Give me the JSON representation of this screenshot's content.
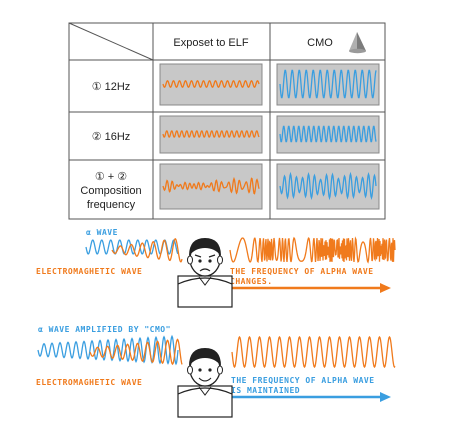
{
  "table": {
    "col_headers": [
      "Exposet to ELF",
      "CMO"
    ],
    "rows": [
      {
        "label_lines": [
          "① 12Hz"
        ]
      },
      {
        "label_lines": [
          "② 16Hz"
        ]
      },
      {
        "label_lines": [
          "① + ②",
          "Composition",
          "frequency"
        ]
      }
    ]
  },
  "scene1": {
    "alpha_label": "α WAVE",
    "em_label": "ELECTROMAGHETIC WAVE",
    "result_lines": [
      "THE FREQUENCY OF ALPHA WAVE",
      "CHANGES."
    ]
  },
  "scene2": {
    "alpha_label": "α WAVE AMPLIFIED BY \"CMO\"",
    "em_label": "ELECTROMAGHETIC WAVE",
    "result_lines": [
      "THE FREQUENCY OF ALPHA WAVE",
      "IS MAINTAINED"
    ]
  },
  "colors": {
    "orange": "#f07a1c",
    "blue": "#3a9ee0",
    "panel": "#c8c8c8",
    "grid": "#555555"
  },
  "icons": [
    "cone-icon",
    "sad-face-icon",
    "happy-face-icon",
    "arrow-right-icon"
  ]
}
